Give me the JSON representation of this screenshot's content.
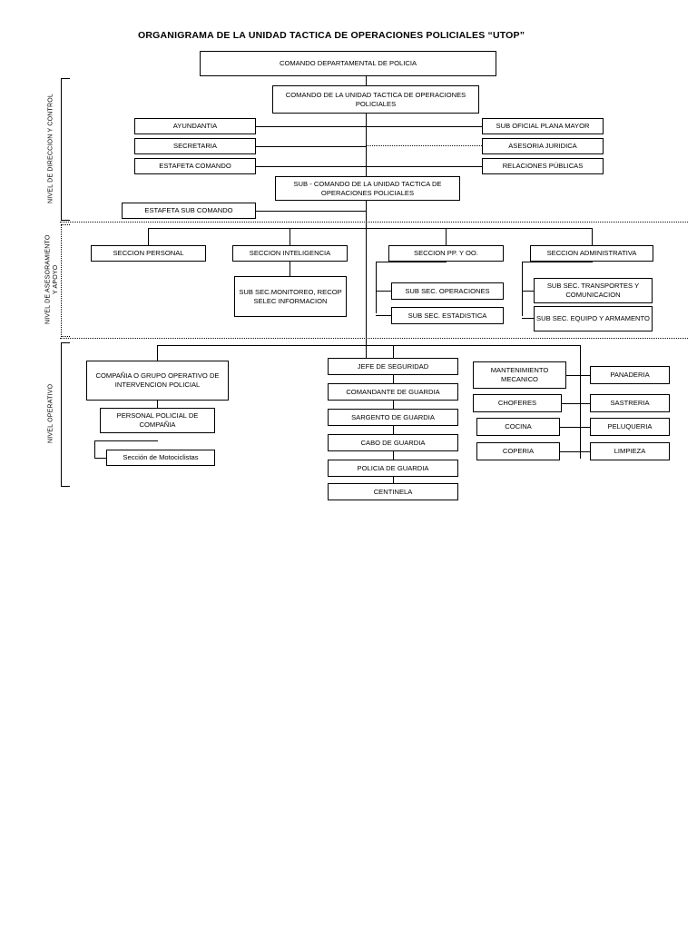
{
  "title": "ORGANIGRAMA DE LA UNIDAD TACTICA DE OPERACIONES POLICIALES “UTOP”",
  "levels": [
    {
      "id": "direccion",
      "label": "NIVEL DE DIRECCION Y CONTROL"
    },
    {
      "id": "asesoramiento",
      "label": "NIVEL DE ASESORAMIENTO\nY APOYO"
    },
    {
      "id": "operativo",
      "label": "NIVEL OPERATIVO"
    }
  ],
  "direccion": {
    "comando_departamental": "COMANDO DEPARTAMENTAL DE POLICIA",
    "comando_utop": "COMANDO DE LA UNIDAD TACTICA DE OPERACIONES POLICIALES",
    "sub_comando_utop": "SUB - COMANDO DE LA UNIDAD TACTICA DE OPERACIONES POLICIALES",
    "left_staff": [
      "AYUNDANTIA",
      "SECRETARIA",
      "ESTAFETA COMANDO"
    ],
    "right_staff": [
      "SUB OFICIAL PLANA MAYOR",
      "ASESORIA JURIDICA",
      "RELACIONES PÚBLICAS"
    ],
    "estafeta_sub_comando": "ESTAFETA SUB COMANDO"
  },
  "asesoramiento": {
    "sections": [
      "SECCION PERSONAL",
      "SECCION INTELIGENCIA",
      "SECCION PP. Y OO.",
      "SECCION ADMINISTRATIVA"
    ],
    "sub_inteligencia": [
      "SUB SEC.MONITOREO, RECOP SELEC INFORMACION"
    ],
    "sub_ppoo": [
      "SUB SEC. OPERACIONES",
      "SUB SEC. ESTADISTICA"
    ],
    "sub_administrativa": [
      "SUB SEC. TRANSPORTES Y COMUNICACION",
      "SUB SEC. EQUIPO Y ARMAMENTO"
    ]
  },
  "operativo": {
    "compania": "COMPAÑIA O GRUPO OPERATIVO DE INTERVENCION POLICIAL",
    "personal_compania": "PERSONAL POLICIAL DE COMPAÑIA",
    "seccion_motociclistas": "Sección de Motociclistas",
    "guardia_chain": [
      "JEFE DE SEGURIDAD",
      "COMANDANTE DE GUARDIA",
      "SARGENTO DE GUARDIA",
      "CABO DE GUARDIA",
      "POLICIA DE GUARDIA",
      "CENTINELA"
    ],
    "servicios_left": [
      "MANTENIMIENTO MECANICO",
      "CHOFERES",
      "COCINA",
      "COPERIA"
    ],
    "servicios_right": [
      "PANADERIA",
      "SASTRERIA",
      "PELUQUERIA",
      "LIMPIEZA"
    ]
  }
}
